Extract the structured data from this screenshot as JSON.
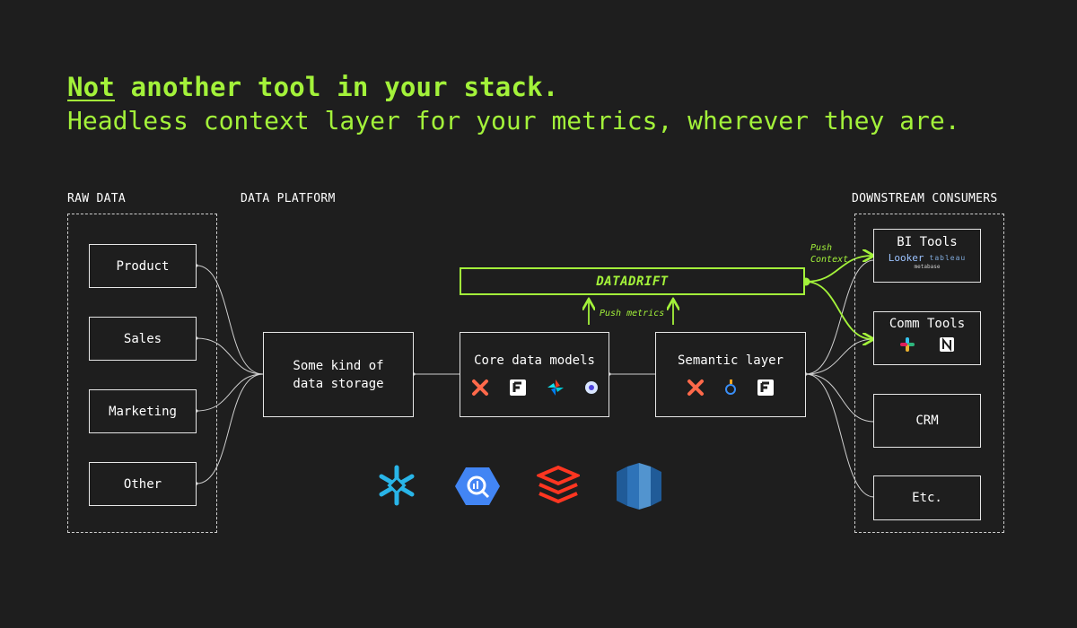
{
  "headline": {
    "emphasis": "Not",
    "rest": " another tool in your stack.",
    "subtitle": "Headless context layer for your metrics, wherever they are."
  },
  "sections": {
    "raw_data": "RAW DATA",
    "data_platform": "DATA PLATFORM",
    "downstream": "DOWNSTREAM CONSUMERS"
  },
  "raw_sources": [
    "Product",
    "Sales",
    "Marketing",
    "Other"
  ],
  "storage": {
    "line1": "Some kind of",
    "line2": "data storage"
  },
  "core_models": {
    "label": "Core data models",
    "icons": [
      "dbt-icon",
      "fivetran-icon",
      "airflow-icon",
      "dagster-icon"
    ]
  },
  "semantic_layer": {
    "label": "Semantic layer",
    "icons": [
      "dbt-icon",
      "cube-icon",
      "fivetran-icon"
    ]
  },
  "datadrift": {
    "label": "DATADRIFT"
  },
  "push_metrics": "Push metrics",
  "push_context": {
    "line1": "Push",
    "line2": "Context"
  },
  "consumers": {
    "bi": {
      "label": "BI Tools",
      "logo1": "Looker",
      "logo2": "tableau",
      "logo3": "metabase"
    },
    "comm": {
      "label": "Comm Tools",
      "icons": [
        "slack-icon",
        "notion-icon"
      ]
    },
    "crm": "CRM",
    "etc": "Etc."
  },
  "warehouses": [
    "snowflake-icon",
    "bigquery-icon",
    "databricks-icon",
    "redshift-icon"
  ],
  "colors": {
    "accent": "#a3f23a",
    "background": "#1e1e1e",
    "line": "#cfcfcf"
  }
}
